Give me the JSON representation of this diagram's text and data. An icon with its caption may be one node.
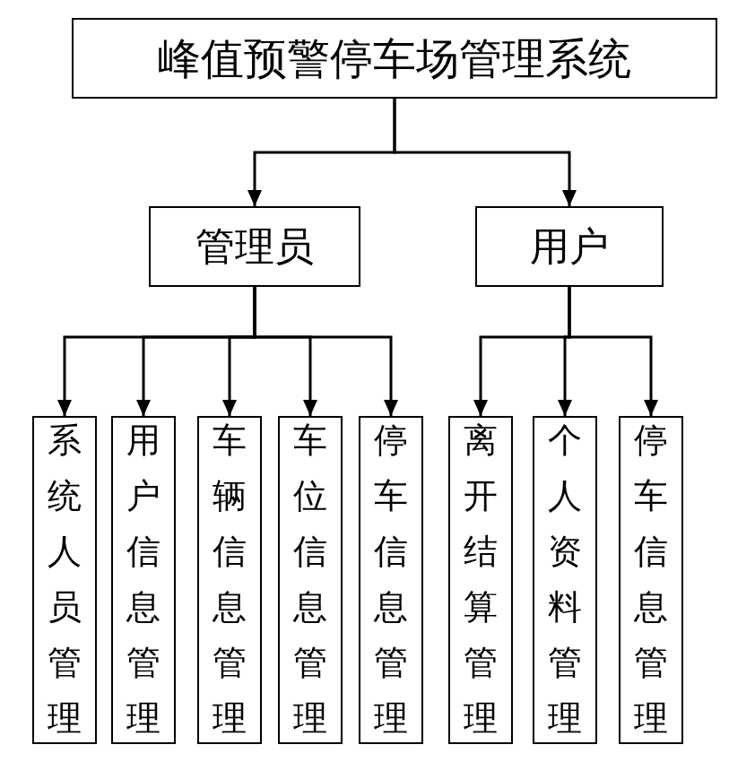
{
  "diagram": {
    "nodes": [
      {
        "text": [
          "峰值预警停车场管理系统"
        ]
      },
      {
        "text": [
          "管理员"
        ]
      },
      {
        "text": [
          "用户"
        ]
      },
      {
        "text": [
          "系统人员管理"
        ]
      },
      {
        "text": [
          "用户信息管理"
        ]
      },
      {
        "text": [
          "车辆信息管理"
        ]
      },
      {
        "text": [
          "车位信息管理"
        ]
      },
      {
        "text": [
          "停车信息管理"
        ]
      },
      {
        "text": [
          "离开结算管理"
        ]
      },
      {
        "text": [
          "个人资料管理"
        ]
      },
      {
        "text": [
          "停车信息管理"
        ]
      }
    ],
    "edges": [
      {
        "from": 0,
        "to": 1,
        "arrow": "to"
      },
      {
        "from": 0,
        "to": 2,
        "arrow": "to"
      },
      {
        "from": 1,
        "to": 3,
        "arrow": "to"
      },
      {
        "from": 1,
        "to": 4,
        "arrow": "to"
      },
      {
        "from": 1,
        "to": 5,
        "arrow": "to"
      },
      {
        "from": 1,
        "to": 6,
        "arrow": "to"
      },
      {
        "from": 1,
        "to": 7,
        "arrow": "to"
      },
      {
        "from": 2,
        "to": 8,
        "arrow": "to"
      },
      {
        "from": 2,
        "to": 9,
        "arrow": "to"
      },
      {
        "from": 2,
        "to": 10,
        "arrow": "to"
      }
    ]
  }
}
